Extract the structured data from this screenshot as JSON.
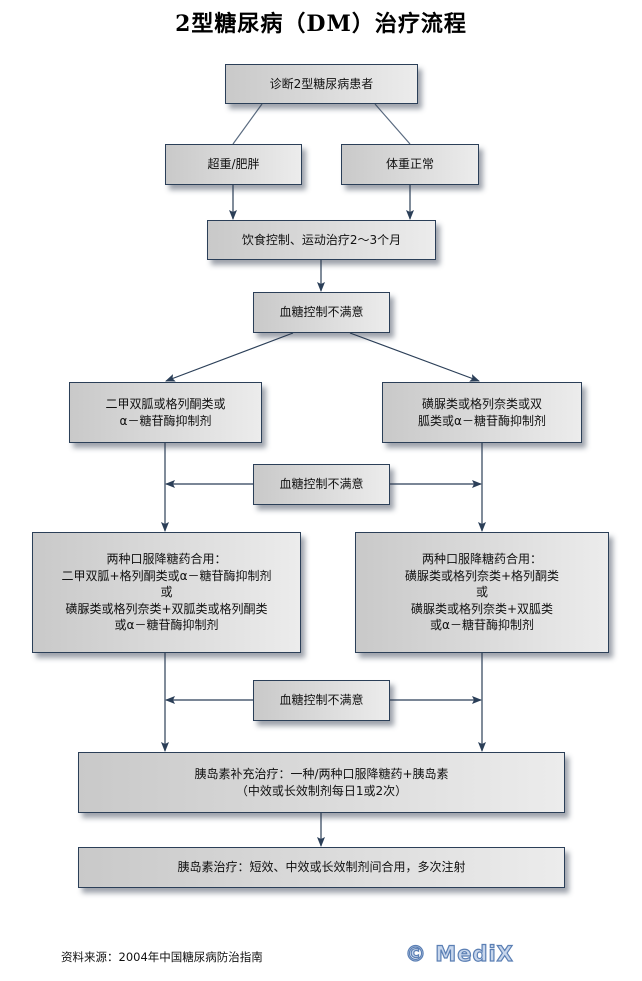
{
  "title": "2型糖尿病（DM）治疗流程",
  "nodes": {
    "diagnosis": [
      "诊断2型糖尿病患者"
    ],
    "overweight": [
      "超重/肥胖"
    ],
    "normal_weight": [
      "体重正常"
    ],
    "lifestyle": [
      "饮食控制、运动治疗2～3个月"
    ],
    "unsatisfied_1": [
      "血糖控制不满意"
    ],
    "mono_left": [
      "二甲双胍或格列酮类或",
      "α－糖苷酶抑制剂"
    ],
    "mono_right": [
      "磺脲类或格列奈类或双",
      "胍类或α－糖苷酶抑制剂"
    ],
    "unsatisfied_2": [
      "血糖控制不满意"
    ],
    "combo_left": [
      "两种口服降糖药合用：",
      "二甲双胍+格列酮类或α－糖苷酶抑制剂",
      "或",
      "磺脲类或格列奈类+双胍类或格列酮类",
      "或α－糖苷酶抑制剂"
    ],
    "combo_right": [
      "两种口服降糖药合用：",
      "磺脲类或格列奈类+格列酮类",
      "或",
      "磺脲类或格列奈类+双胍类",
      "或α－糖苷酶抑制剂"
    ],
    "unsatisfied_3": [
      "血糖控制不满意"
    ],
    "insulin_supplement": [
      "胰岛素补充治疗：一种/两种口服降糖药+胰岛素",
      "（中效或长效制剂每日1或2次）"
    ],
    "insulin_therapy": [
      "胰岛素治疗：短效、中效或长效制剂间合用，多次注射"
    ]
  },
  "edges": [
    {
      "from": "diagnosis",
      "to": "overweight",
      "arrow": false
    },
    {
      "from": "diagnosis",
      "to": "normal_weight",
      "arrow": false
    },
    {
      "from": "overweight",
      "to": "lifestyle",
      "arrow": true
    },
    {
      "from": "normal_weight",
      "to": "lifestyle",
      "arrow": true
    },
    {
      "from": "lifestyle",
      "to": "unsatisfied_1",
      "arrow": true
    },
    {
      "from": "unsatisfied_1",
      "to": "mono_left",
      "arrow": true
    },
    {
      "from": "unsatisfied_1",
      "to": "mono_right",
      "arrow": true
    },
    {
      "from": "mono_left",
      "to": "combo_left",
      "arrow": true
    },
    {
      "from": "mono_right",
      "to": "combo_right",
      "arrow": true
    },
    {
      "from": "unsatisfied_2",
      "to": "left-branch",
      "arrow": true
    },
    {
      "from": "unsatisfied_2",
      "to": "right-branch",
      "arrow": true
    },
    {
      "from": "combo_left",
      "to": "insulin_supplement",
      "arrow": true
    },
    {
      "from": "combo_right",
      "to": "insulin_supplement",
      "arrow": true
    },
    {
      "from": "unsatisfied_3",
      "to": "left-branch",
      "arrow": true
    },
    {
      "from": "unsatisfied_3",
      "to": "right-branch",
      "arrow": true
    },
    {
      "from": "insulin_supplement",
      "to": "insulin_therapy",
      "arrow": true
    }
  ],
  "footer": {
    "source": "资料来源：2004年中国糖尿病防治指南",
    "logo": "© MediX"
  },
  "colors": {
    "line": "#2b3f58",
    "box_border": "#2b3f58",
    "logo": "#5b7fb4"
  }
}
